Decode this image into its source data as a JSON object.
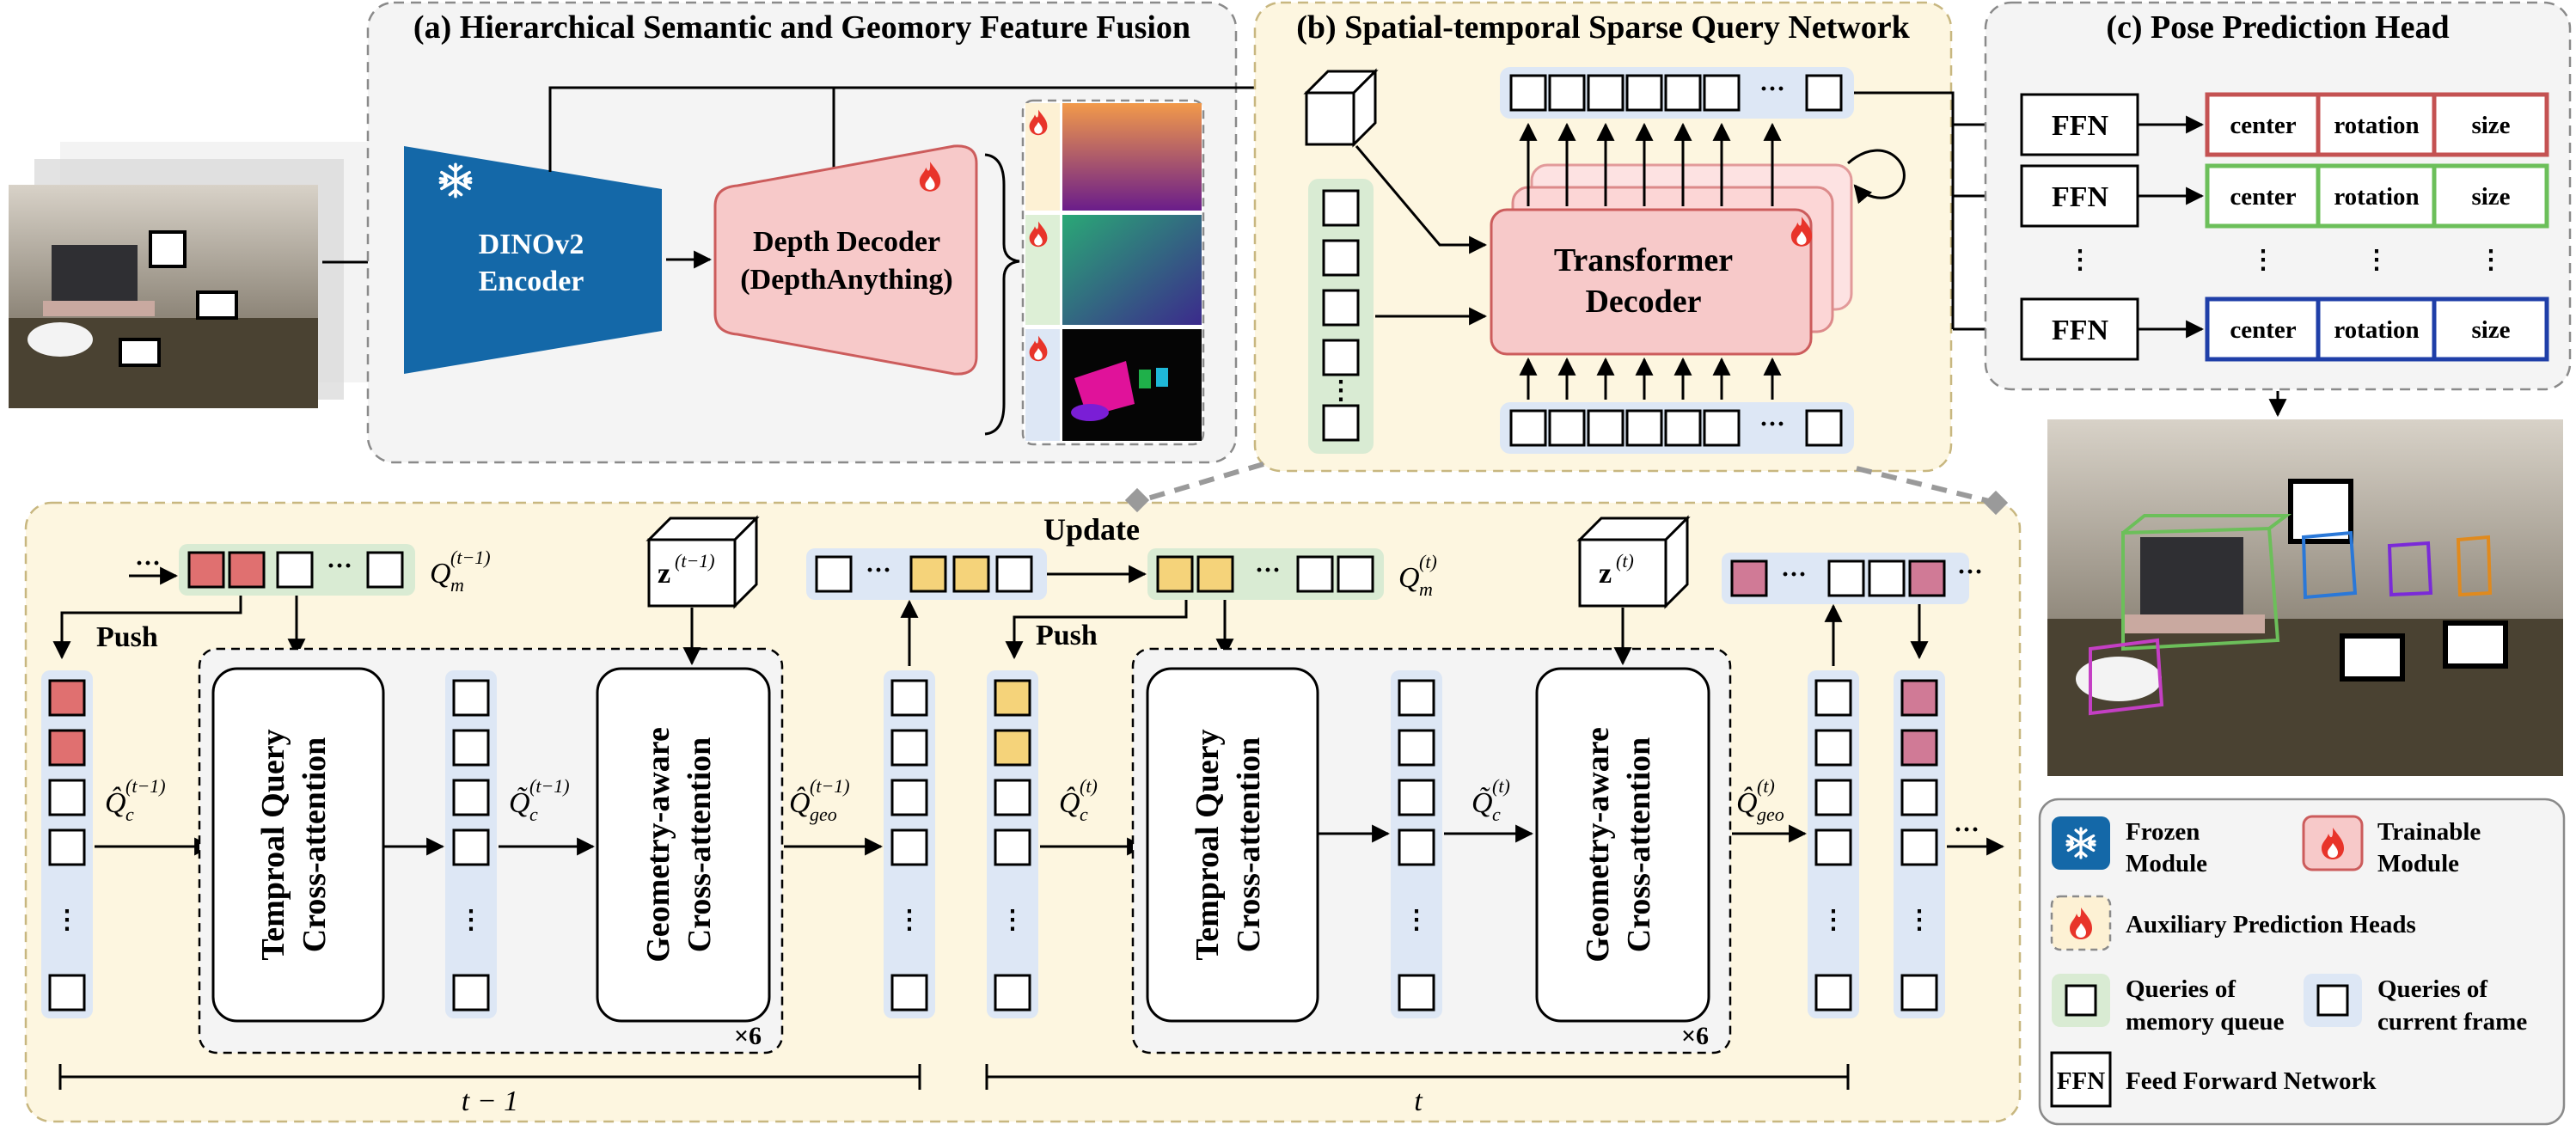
{
  "colors": {
    "panel_gray": "#f4f4f4",
    "panel_yellow": "#fdf6e0",
    "frozen_blue": "#1468a8",
    "trainable_pink": "#f7c9c9",
    "memory_green": "#d9ebd3",
    "current_blue": "#dde7f5",
    "pose_red": "#c45252",
    "pose_green": "#6cbf5a",
    "pose_blue": "#1f3fa8",
    "query_red": "#e07070",
    "query_yellow": "#f5d37a",
    "query_mauve": "#d07a96"
  },
  "icons": [
    "snowflake-icon",
    "flame-icon",
    "cube-icon"
  ],
  "panel_a": {
    "title": "(a) Hierarchical Semantic and Geomory Feature Fusion",
    "encoder_line1": "DINOv2",
    "encoder_line2": "Encoder",
    "decoder_line1": "Depth Decoder",
    "decoder_line2": "(DepthAnything)"
  },
  "panel_b": {
    "title": "(b) Spatial-temporal Sparse Query Network",
    "transformer_line1": "Transformer",
    "transformer_line2": "Decoder",
    "ellipsis": "···",
    "vdots": "⋮"
  },
  "panel_c": {
    "title": "(c) Pose Prediction Head",
    "ffn": "FFN",
    "center": "center",
    "rotation": "rotation",
    "size": "size",
    "vdots": "⋮"
  },
  "bottom": {
    "update": "Update",
    "push": "Push",
    "tqca_line1": "Temproal Query",
    "tqca_line2": "Cross-attention",
    "gaca_line1": "Geometry-aware",
    "gaca_line2": "Cross-attention",
    "times6": "×6",
    "ellipsis": "···",
    "vdots": "⋮",
    "time_prev": "t − 1",
    "time_curr": "t",
    "q_m": "Q",
    "q_m_sub": "m",
    "q_m_sup_prev": "(t−1)",
    "q_m_sup_curr": "(t)",
    "z": "z",
    "q_c": "Q̂",
    "q_c_sub": "c",
    "q_c_tilde": "Q̃",
    "q_geo_sub": "geo"
  },
  "legend": {
    "frozen_line1": "Frozen",
    "frozen_line2": "Module",
    "trainable_line1": "Trainable",
    "trainable_line2": "Module",
    "auxiliary": "Auxiliary Prediction Heads",
    "memory_line1": "Queries of",
    "memory_line2": "memory queue",
    "current_line1": "Queries of",
    "current_line2": "current frame",
    "ffn": "FFN",
    "ffn_desc": "Feed Forward Network"
  }
}
